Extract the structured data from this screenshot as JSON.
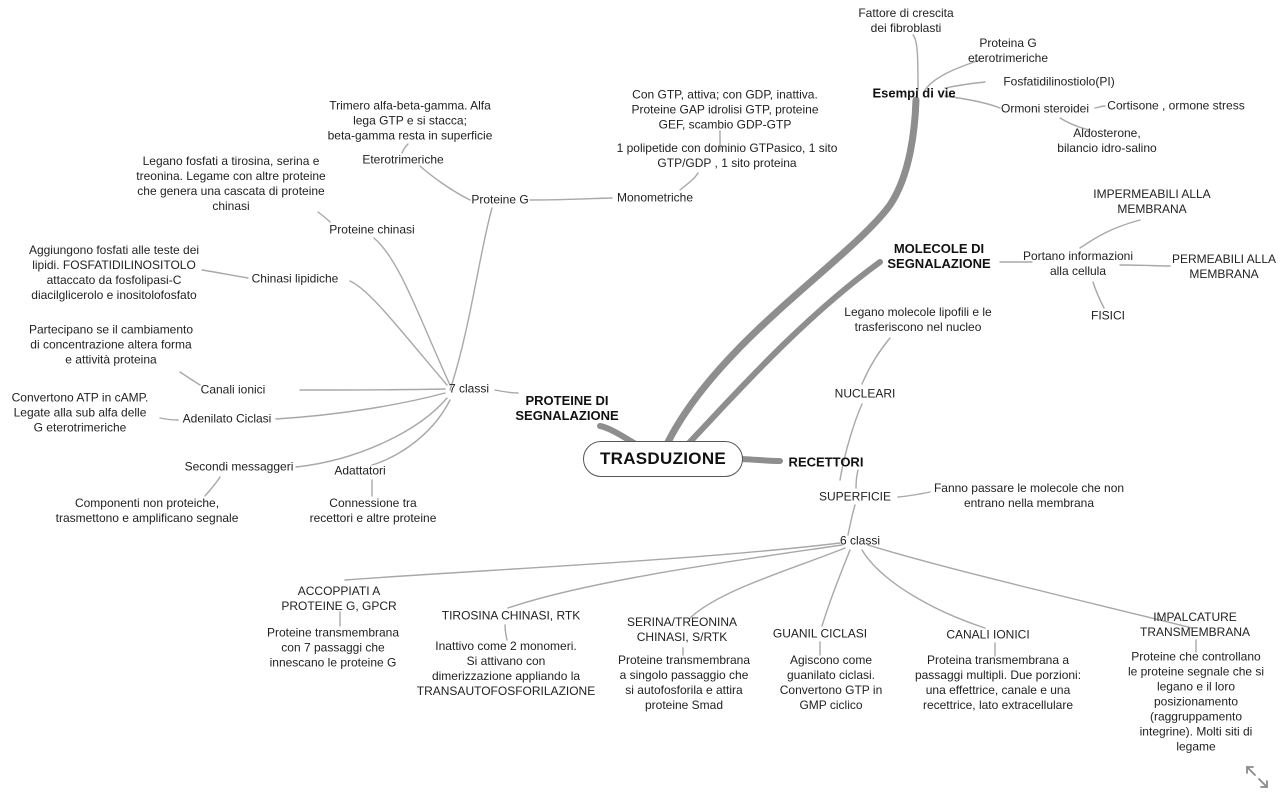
{
  "root": "TRASDUZIONE",
  "branches": {
    "proteine": "PROTEINE DI\nSEGNALAZIONE",
    "recettori": "RECETTORI",
    "molecole": "MOLECOLE DI\nSEGNALAZIONE",
    "vie": "Esempi di vie"
  },
  "proteine": {
    "classi": "7 classi",
    "proteine_g": "Proteine G",
    "eterotrimeriche": "Eterotrimeriche",
    "eterotrimeriche_desc": "Trimero alfa-beta-gamma. Alfa\nlega GTP e si stacca;\nbeta-gamma resta in superficie",
    "monometriche": "Monometriche",
    "monometriche_desc1": "Con GTP, attiva; con GDP, inattiva.\nProteine GAP idrolisi GTP, proteine\nGEF, scambio GDP-GTP",
    "monometriche_desc2": "1 polipetide con dominio GTPasico, 1 sito\nGTP/GDP , 1 sito proteina",
    "chinasi": "Proteine chinasi",
    "chinasi_desc": "Legano fosfati a tirosina, serina e\ntreonina. Legame con altre proteine\nche genera una cascata di proteine\nchinasi",
    "lipidiche": "Chinasi lipidiche",
    "lipidiche_desc": "Aggiungono fosfati alle teste dei\nlipidi. FOSFATIDILINOSITOLO\nattaccato da fosfolipasi-C\ndiacilglicerolo e inositolofosfato",
    "canali": "Canali ionici",
    "canali_desc": "Partecipano se il cambiamento\ndi concentrazione altera forma\ne attività proteina",
    "adenilato": "Adenilato Ciclasi",
    "adenilato_desc": "Convertono ATP in cAMP.\nLegate alla sub alfa delle\nG eterotrimeriche",
    "secondi": "Secondi messaggeri",
    "secondi_desc": "Componenti non proteiche,\ntrasmettono e amplificano segnale",
    "adattatori": "Adattatori",
    "adattatori_desc": "Connessione tra\nrecettori e altre proteine"
  },
  "recettori": {
    "nucleari": "NUCLEARI",
    "nucleari_desc": "Legano molecole lipofili e le\ntrasferiscono nel nucleo",
    "superficie": "SUPERFICIE",
    "superficie_desc": "Fanno passare le molecole che non\nentrano nella membrana",
    "classi": "6 classi",
    "gpcr": "ACCOPPIATI A\nPROTEINE G, GPCR",
    "gpcr_desc": "Proteine transmembrana\ncon 7 passaggi che\ninnescano le proteine G",
    "rtk": "TIROSINA CHINASI, RTK",
    "rtk_desc": "Inattivo come 2 monomeri.\nSi attivano con\ndimerizzazione appliando la\nTRANSAUTOFOSFORILAZIONE",
    "srtk": "SERINA/TREONINA\nCHINASI, S/RTK",
    "srtk_desc": "Proteine transmembrana\na singolo passaggio che\nsi autofosforila e attira\nproteine Smad",
    "guanil": "GUANIL CICLASI",
    "guanil_desc": "Agiscono come\nguanilato ciclasi.\nConvertono GTP in\nGMP ciclico",
    "canali": "CANALI IONICI",
    "canali_desc": "Proteina transmembrana a\npassaggi multipli. Due porzioni:\nuna effettrice, canale e una\nrecettrice, lato extracellulare",
    "impalcature": "IMPALCATURE\nTRANSMEMBRANA",
    "impalcature_desc": "Proteine che controllano\nle proteine segnale che si\nlegano e il loro\nposizionamento\n(raggruppamento\nintegrine). Molti siti di\nlegame"
  },
  "molecole": {
    "portano": "Portano informazioni\nalla cellula",
    "impermeabili": "IMPERMEABILI ALLA\nMEMBRANA",
    "permeabili": "PERMEABILI ALLA\nMEMBRANA",
    "fisici": "FISICI"
  },
  "vie": {
    "fattore": "Fattore di crescita\ndei fibroblasti",
    "proteina_g": "Proteina G\neterotrimeriche",
    "fosfatidil": "Fosfatidilinostiolo(PI)",
    "ormoni": "Ormoni steroidei",
    "cortisone": "Cortisone , ormone stress",
    "aldosterone": "Aldosterone,\nbilancio idro-salino"
  },
  "colors": {
    "link": "#a8a8a8",
    "trunk": "#8e8e8e",
    "text": "#222222"
  },
  "icons": {
    "expand": "expand-arrows-icon"
  }
}
